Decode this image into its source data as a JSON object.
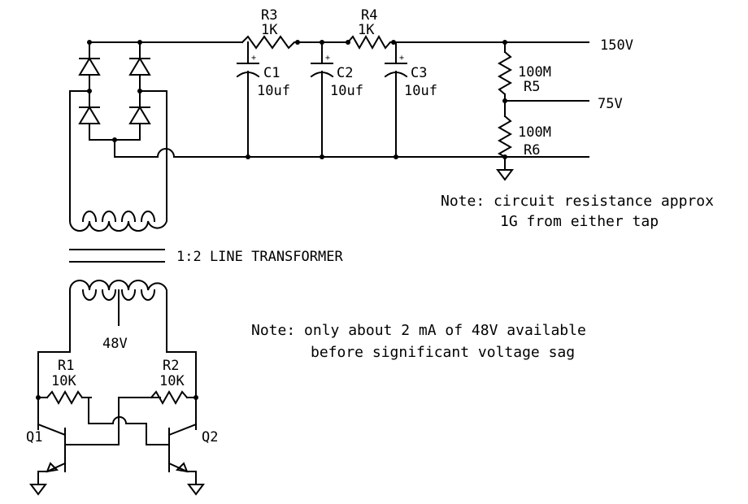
{
  "labels": {
    "r3_name": "R3",
    "r3_value": "1K",
    "r4_name": "R4",
    "r4_value": "1K",
    "c1_name": "C1",
    "c1_value": "10uf",
    "c2_name": "C2",
    "c2_value": "10uf",
    "c3_name": "C3",
    "c3_value": "10uf",
    "r5_value": "100M",
    "r5_name": "R5",
    "r6_value": "100M",
    "r6_name": "R6",
    "out_high": "150V",
    "out_mid": "75V",
    "transformer": "1:2 LINE TRANSFORMER",
    "center_tap": "48V",
    "r1_name": "R1",
    "r1_value": "10K",
    "r2_name": "R2",
    "r2_value": "10K",
    "q1_name": "Q1",
    "q2_name": "Q2",
    "cap_polarity": "+"
  },
  "notes": {
    "resistance_line1": "Note: circuit resistance approx",
    "resistance_line2": "1G from either tap",
    "current_line1": "Note: only about 2 mA of 48V available",
    "current_line2": "before significant voltage sag"
  }
}
